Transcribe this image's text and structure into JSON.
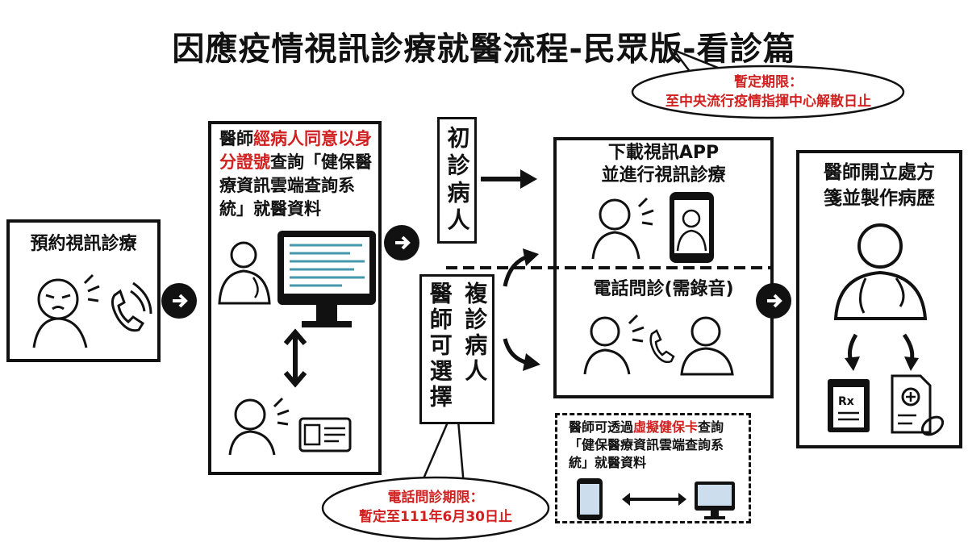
{
  "title": "因應疫情視訊診療就醫流程-民眾版-看診篇",
  "deadline_bubble": {
    "line1": "暫定期限：",
    "line2": "至中央流行疫情指揮中心解散日止"
  },
  "step1": {
    "label": "預約視訊診療"
  },
  "step2": {
    "part1": "醫師",
    "part2_red": "經病人同意以身分證號",
    "part3": "查詢「健保醫療資訊雲端查詢系統」就醫資料"
  },
  "first_visit": {
    "label": "初診病人"
  },
  "return_visit": {
    "label": "複診病人",
    "choice": "醫師可選擇"
  },
  "video": {
    "line1": "下載視訊APP",
    "line2": "並進行視訊診療"
  },
  "phone": {
    "label": "電話問診(需錄音)"
  },
  "final": {
    "line1": "醫師開立處方",
    "line2": "箋並製作病歷"
  },
  "virtual_card": {
    "part1": "醫師可透過",
    "part2_red": "虛擬健保卡",
    "part3": "查詢「健保醫療資訊雲端查詢系統」就醫資料"
  },
  "phone_bubble": {
    "line1": "電話問診期限：",
    "line2": "暫定至111年6月30日止"
  },
  "colors": {
    "accent_red": "#d0201f",
    "ink": "#111111"
  }
}
